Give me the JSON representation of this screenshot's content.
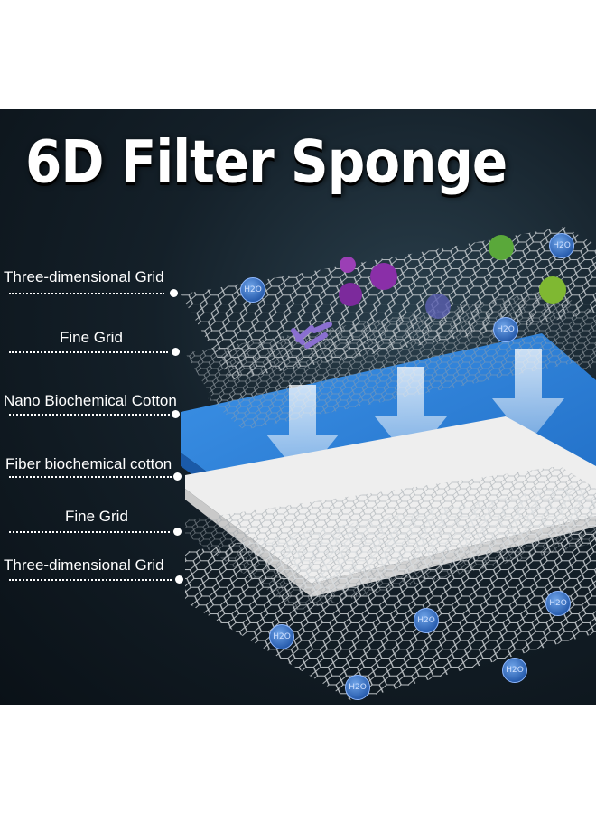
{
  "title": "6D Filter Sponge",
  "layers": [
    {
      "name": "Three-dimensional Grid"
    },
    {
      "name": "Fine Grid"
    },
    {
      "name": "Nano Biochemical Cotton"
    },
    {
      "name": "Fiber biochemical cotton"
    },
    {
      "name": "Fine Grid"
    },
    {
      "name": "Three-dimensional Grid"
    }
  ],
  "bubble_text": "H2O",
  "colors": {
    "background": "#0f1a22",
    "blue_sponge": "#2e7fd6",
    "white_cotton": "#f2f2f2",
    "text": "#ffffff"
  },
  "icons": [
    "water-bubble-icon",
    "bacteria-icon",
    "virus-icon",
    "down-arrow-icon"
  ]
}
